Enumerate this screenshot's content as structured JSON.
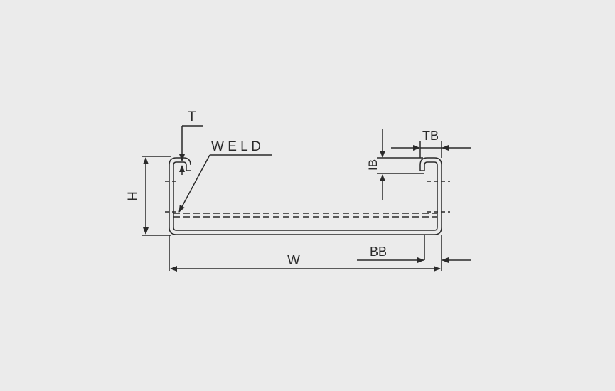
{
  "diagram": {
    "line_color": "#2a2a2a",
    "background": "#ebebeb",
    "labels": {
      "t": "T",
      "weld": "W E L D",
      "h": "H",
      "ib": "IB",
      "tb": "TB",
      "w": "W",
      "bb": "BB"
    }
  }
}
